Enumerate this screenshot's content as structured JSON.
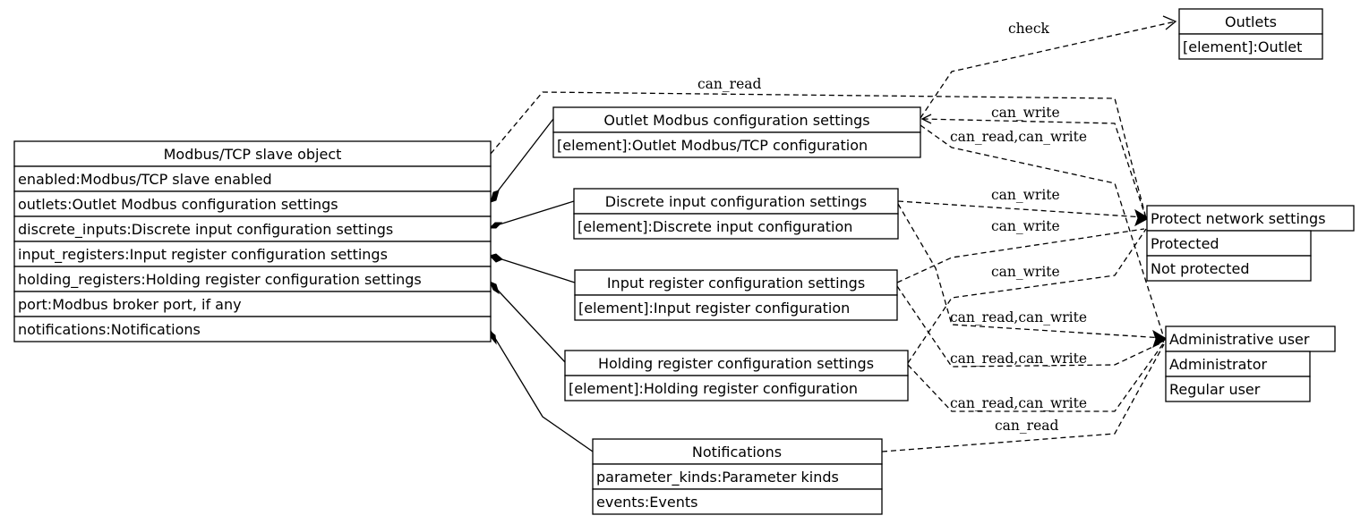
{
  "nodes": [
    {
      "id": "modbus",
      "title": "Modbus/TCP slave object",
      "rows": [
        "enabled:Modbus/TCP slave enabled",
        "outlets:Outlet Modbus configuration settings",
        "discrete_inputs:Discrete input configuration settings",
        "input_registers:Input register configuration settings",
        "holding_registers:Holding register configuration settings",
        "port:Modbus broker port, if any",
        "notifications:Notifications"
      ]
    },
    {
      "id": "outlet_cfg",
      "title": "Outlet Modbus configuration settings",
      "rows": [
        "[element]:Outlet Modbus/TCP configuration"
      ]
    },
    {
      "id": "discrete_cfg",
      "title": "Discrete input configuration settings",
      "rows": [
        "[element]:Discrete input configuration"
      ]
    },
    {
      "id": "input_cfg",
      "title": "Input register configuration settings",
      "rows": [
        "[element]:Input register configuration"
      ]
    },
    {
      "id": "holding_cfg",
      "title": "Holding register configuration settings",
      "rows": [
        "[element]:Holding register configuration"
      ]
    },
    {
      "id": "notifications",
      "title": "Notifications",
      "rows": [
        "parameter_kinds:Parameter kinds",
        "events:Events"
      ]
    },
    {
      "id": "outlets",
      "title": "Outlets",
      "rows": [
        "[element]:Outlet"
      ]
    },
    {
      "id": "protect",
      "title": "Protect network settings",
      "rows": [
        "Protected",
        "Not protected"
      ]
    },
    {
      "id": "admin",
      "title": "Administrative user",
      "rows": [
        "Administrator",
        "Regular user"
      ]
    }
  ],
  "edges": [
    {
      "id": "check",
      "label": "check"
    },
    {
      "id": "can_read_top",
      "label": "can_read"
    },
    {
      "id": "outlet_can_write",
      "label": "can_write"
    },
    {
      "id": "outlet_can_read_write",
      "label": "can_read,can_write"
    },
    {
      "id": "discrete_can_write",
      "label": "can_write"
    },
    {
      "id": "input_can_write",
      "label": "can_write"
    },
    {
      "id": "holding_can_write",
      "label": "can_write"
    },
    {
      "id": "discrete_can_read_write",
      "label": "can_read,can_write"
    },
    {
      "id": "input_can_read_write",
      "label": "can_read,can_write"
    },
    {
      "id": "holding_can_read_write",
      "label": "can_read,can_write"
    },
    {
      "id": "notif_can_read",
      "label": "can_read"
    }
  ]
}
